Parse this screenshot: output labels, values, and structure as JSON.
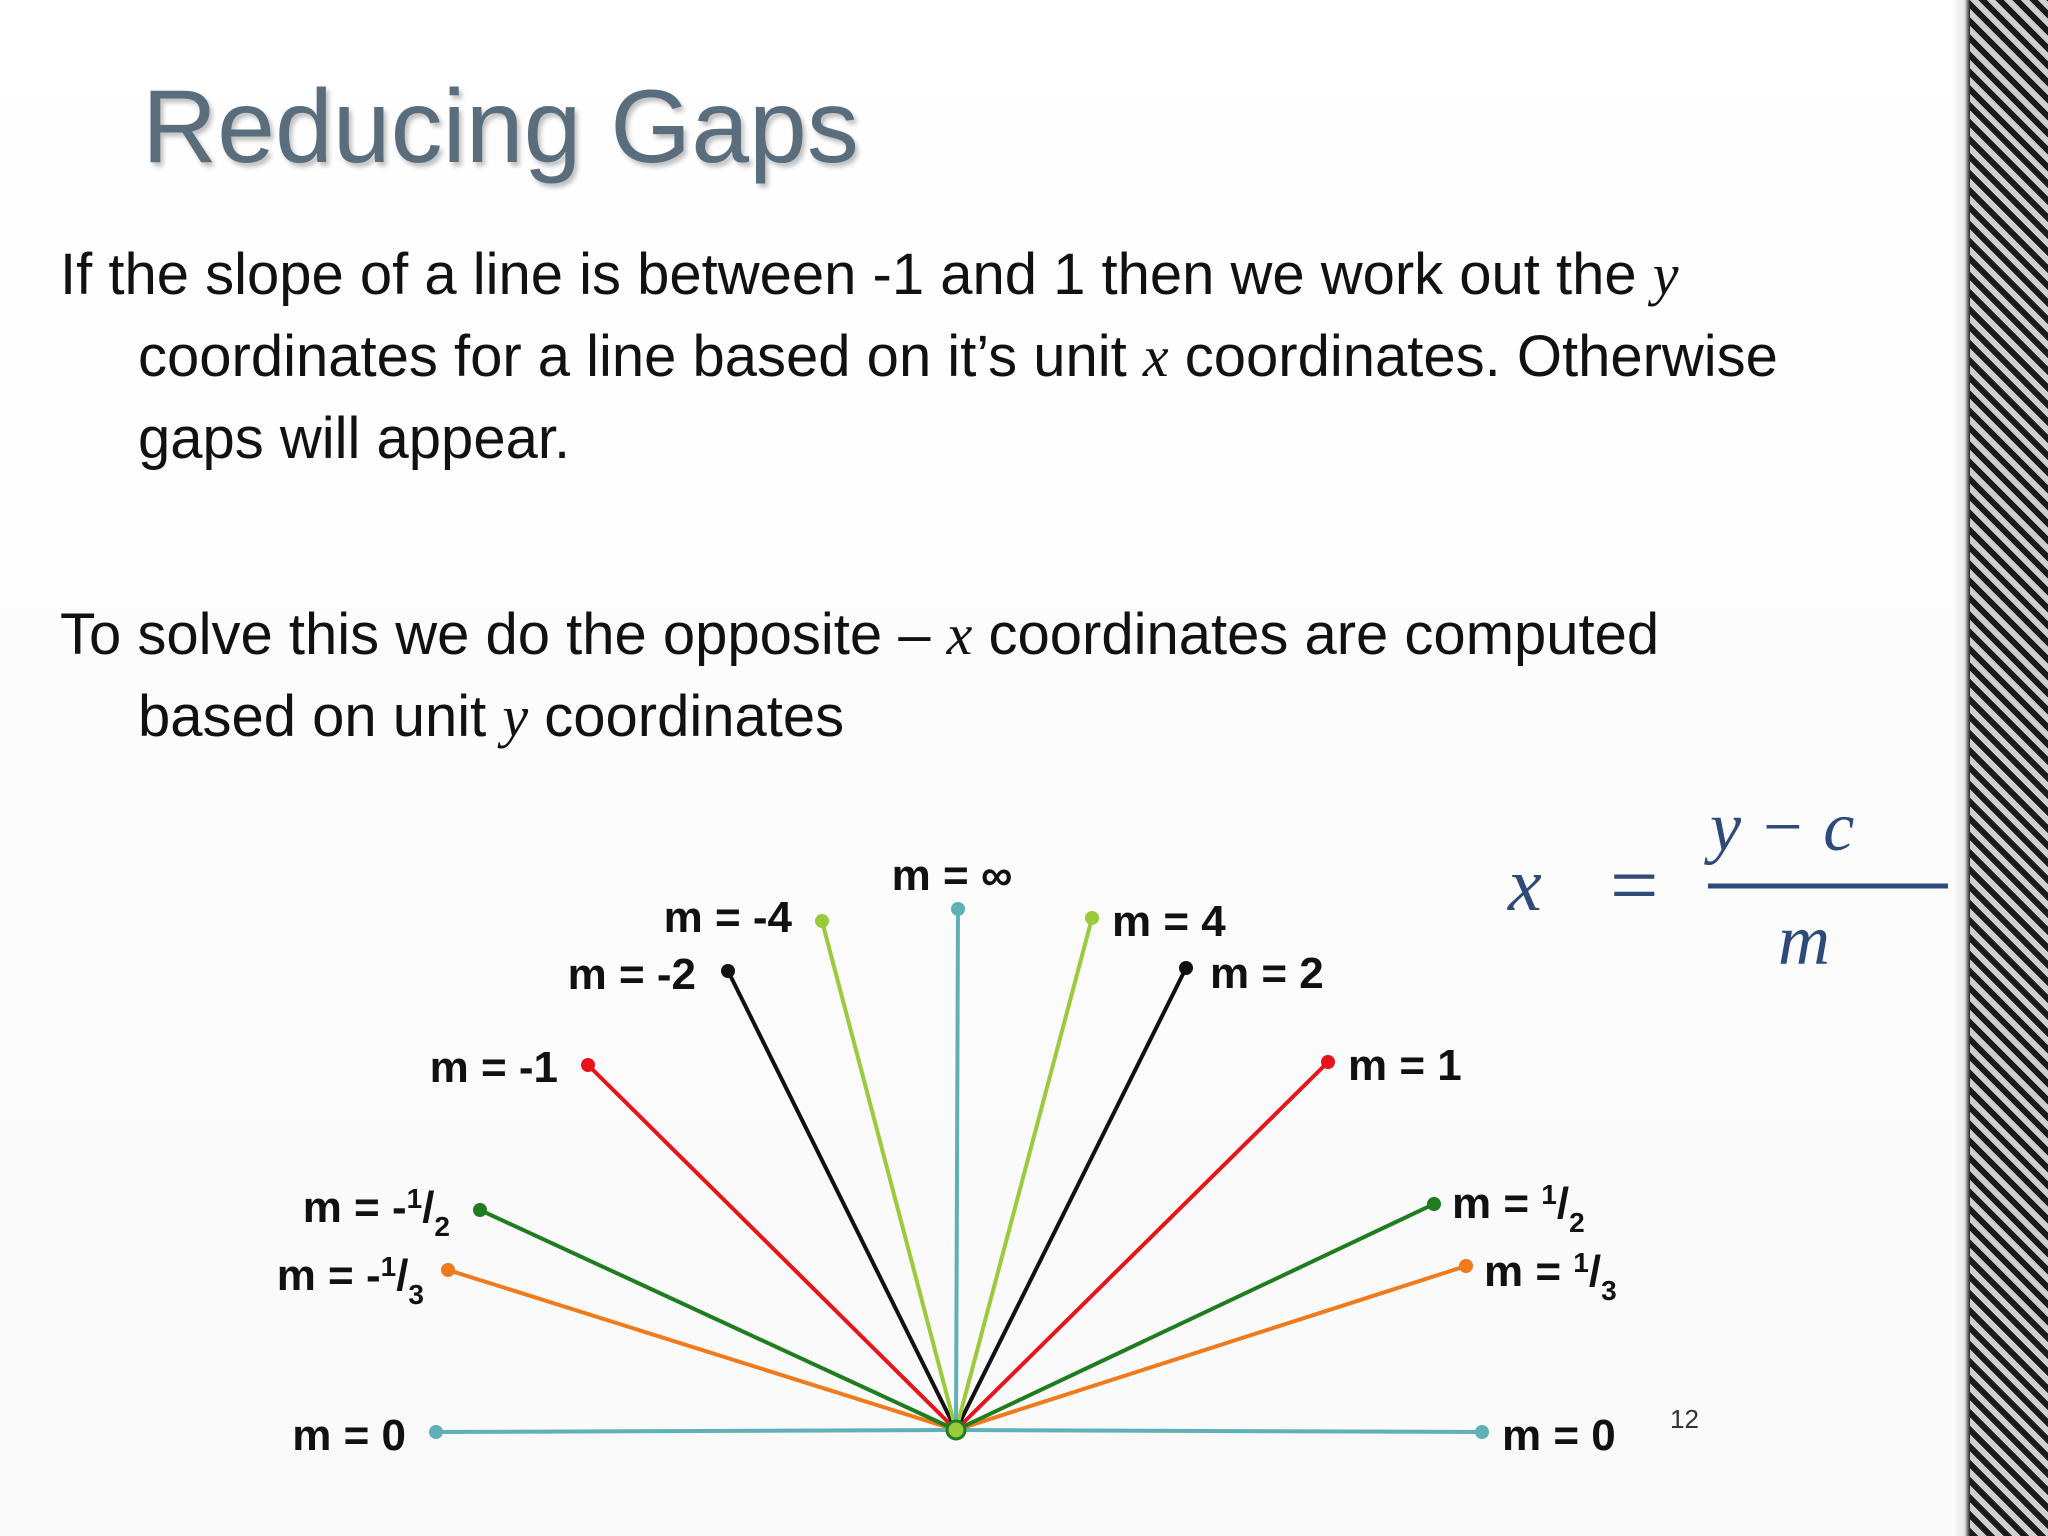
{
  "slide": {
    "title": "Reducing Gaps",
    "paragraph1": {
      "line1_before": "If the slope of a line is between -1 and 1 then we work out the ",
      "line1_var": "y",
      "line2_before": "coordinates for a line based on it’s unit ",
      "line2_var": "x",
      "line2_after": " coordinates. Otherwise",
      "line3": "gaps will appear."
    },
    "paragraph2": {
      "line1_before": "To solve this we do the opposite – ",
      "line1_var": "x",
      "line1_after": " coordinates are computed",
      "line2_before": "based on unit ",
      "line2_var": "y",
      "line2_after": " coordinates"
    },
    "page_number": "12"
  },
  "formula": {
    "lhs": "x",
    "equals": "=",
    "numerator": "y − c",
    "denominator": "m"
  },
  "diagram": {
    "lines": [
      {
        "label": "m = 0",
        "color": "#5fb0b7"
      },
      {
        "label": "m = 0",
        "color": "#5fb0b7"
      },
      {
        "label": "m = -",
        "frac_num": "1",
        "frac_den": "3",
        "color": "#f07a1c"
      },
      {
        "label": "m = ",
        "frac_num": "1",
        "frac_den": "3",
        "color": "#f07a1c"
      },
      {
        "label": "m = -",
        "frac_num": "1",
        "frac_den": "2",
        "color": "#1e7d1e"
      },
      {
        "label": "m = ",
        "frac_num": "1",
        "frac_den": "2",
        "color": "#1e7d1e"
      },
      {
        "label": "m = -1",
        "color": "#e8141b"
      },
      {
        "label": "m = 1",
        "color": "#e8141b"
      },
      {
        "label": "m = -2",
        "color": "#111111"
      },
      {
        "label": "m = 2",
        "color": "#111111"
      },
      {
        "label": "m = -4",
        "color": "#9acb3c"
      },
      {
        "label": "m = 4",
        "color": "#9acb3c"
      },
      {
        "label": "m = ∞",
        "color": "#5fb0b7"
      }
    ]
  }
}
